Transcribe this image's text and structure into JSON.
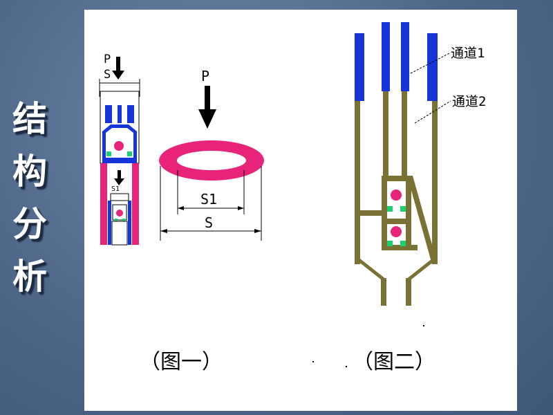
{
  "slide": {
    "title_chars": [
      "结",
      "构",
      "分",
      "析"
    ]
  },
  "figure1": {
    "caption": "（图一）",
    "small_labels": {
      "p": "P",
      "s": "S",
      "s1": "S1"
    },
    "ring_labels": {
      "p": "P",
      "s1": "S1",
      "s": "S"
    }
  },
  "figure2": {
    "caption": "（图二）",
    "channel1_label": "通道1",
    "channel2_label": "通道2"
  },
  "colors": {
    "ring": "#e8237a",
    "blue": "#1535d8",
    "olive": "#7a7235",
    "ball": "#e8237a",
    "green": "#19d26e"
  }
}
